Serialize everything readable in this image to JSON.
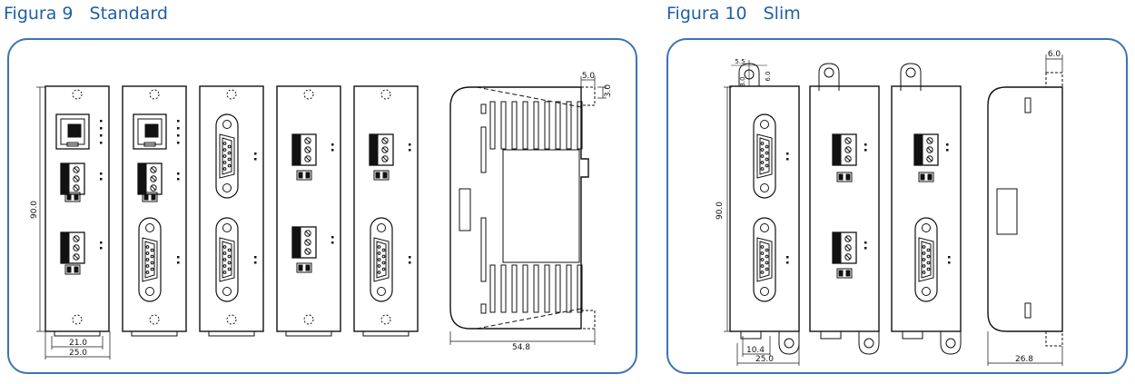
{
  "figures": {
    "standard": {
      "number": "Figura 9",
      "title": "Standard"
    },
    "slim": {
      "number": "Figura 10",
      "title": "Slim"
    }
  },
  "dimensions": {
    "std_height": "90.0",
    "std_inner_width": "21.0",
    "std_width": "25.0",
    "std_depth": "54.8",
    "std_clip_width": "5.0",
    "std_clip_height": "3.0",
    "slim_height": "90.0",
    "slim_inner_width": "10.4",
    "slim_width": "25.0",
    "slim_depth": "26.8",
    "slim_clip": "6.0",
    "slim_hole_a": "5.5",
    "slim_hole_b": "8.0",
    "slim_hole_c": "6.0"
  },
  "colors": {
    "title": "#1f5fa6",
    "frame": "#3a73b6",
    "line": "#111111"
  }
}
